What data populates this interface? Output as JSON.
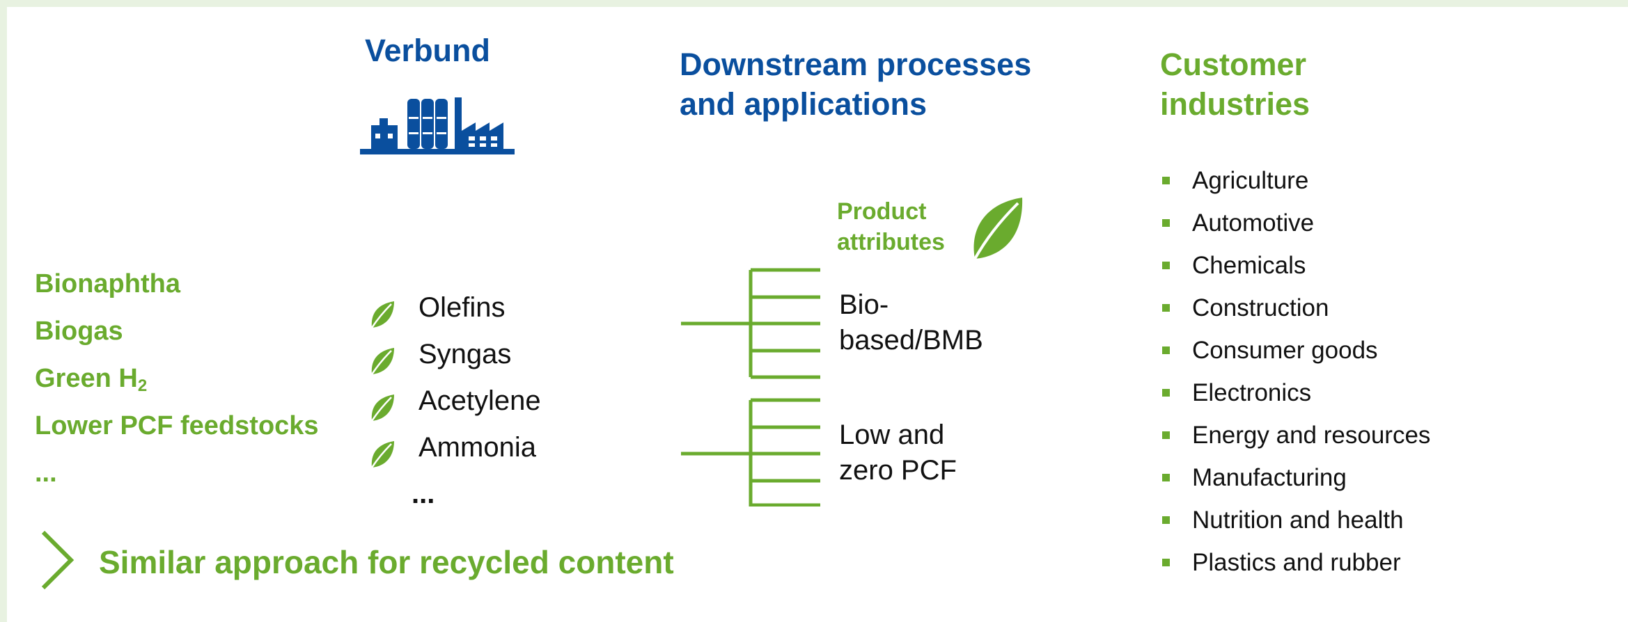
{
  "headers": {
    "verbund": "Verbund",
    "downstream_line1": "Downstream processes",
    "downstream_line2": "and applications",
    "customer_line1": "Customer",
    "customer_line2": "industries"
  },
  "feedstocks": {
    "item1": "Bionaphtha",
    "item2": "Biogas",
    "item3_main": "Green H",
    "item3_sub": "2",
    "item4": "Lower PCF feedstocks",
    "more": "..."
  },
  "products": [
    "Olefins",
    "Syngas",
    "Acetylene",
    "Ammonia"
  ],
  "products_more": "...",
  "attributes": {
    "title_line1": "Product",
    "title_line2": "attributes",
    "biobased_line1": "Bio-",
    "biobased_line2": "based/BMB",
    "lowpcf_line1": "Low and",
    "lowpcf_line2": "zero PCF"
  },
  "industries": [
    "Agriculture",
    "Automotive",
    "Chemicals",
    "Construction",
    "Consumer goods",
    "Electronics",
    "Energy and resources",
    "Manufacturing",
    "Nutrition and health",
    "Plastics and rubber"
  ],
  "recycled_note": "Similar approach for recycled content",
  "colors": {
    "blue": "#0a4f9e",
    "green": "#6aab2e",
    "frame": "#e8f2e1"
  },
  "icons": [
    "factory-icon",
    "leaf-icon",
    "chevron-right-icon",
    "square-bullet-icon"
  ]
}
